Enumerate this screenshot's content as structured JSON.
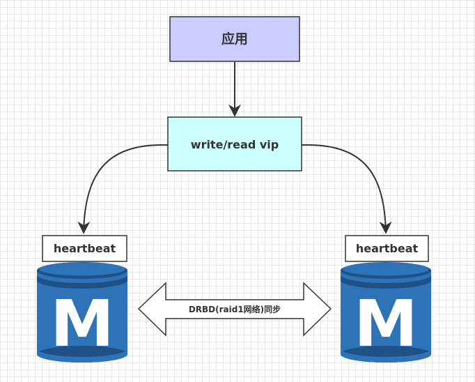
{
  "nodes": {
    "app": {
      "label": "应用",
      "fill": "#ccccff"
    },
    "vip": {
      "label": "write/read vip",
      "fill": "#ccffff"
    },
    "left_heartbeat": {
      "label": "heartbeat"
    },
    "right_heartbeat": {
      "label": "heartbeat"
    },
    "left_db": {
      "letter": "M",
      "icon": "database-cylinder-icon",
      "color": "#2e73b8"
    },
    "right_db": {
      "letter": "M",
      "icon": "database-cylinder-icon",
      "color": "#2e73b8"
    }
  },
  "link": {
    "label": "DRBD(raid1网络)同步"
  },
  "colors": {
    "border": "#333333",
    "db_dark": "#1f5086",
    "db_mid": "#2e73b8"
  }
}
